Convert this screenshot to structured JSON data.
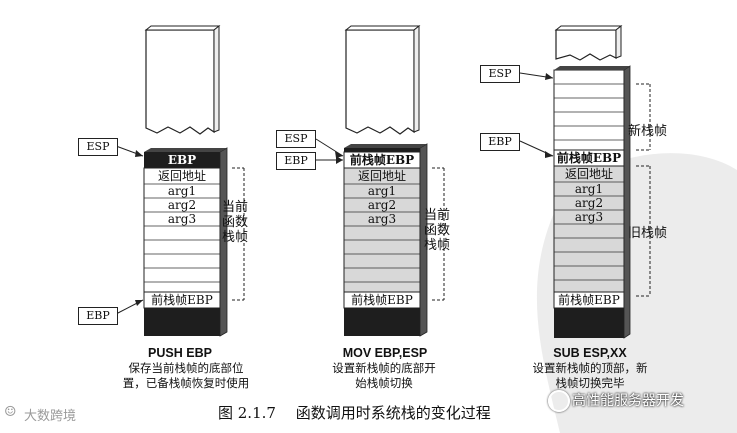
{
  "panels": [
    {
      "caption": "PUSH EBP",
      "desc": "保存当前栈帧的底部位置，已备栈帧恢复时使用",
      "slots": [
        "EBP",
        "返回地址",
        "arg1",
        "arg2",
        "arg3"
      ],
      "bottom_slot": "前栈帧EBP",
      "esp_label": "ESP",
      "ebp_label": "EBP",
      "frame_label": "当前函数栈帧"
    },
    {
      "caption": "MOV EBP,ESP",
      "desc": "设置新栈帧的底部开始栈帧切换",
      "slots": [
        "前栈帧EBP",
        "返回地址",
        "arg1",
        "arg2",
        "arg3"
      ],
      "bottom_slot": "前栈帧EBP",
      "esp_label": "ESP",
      "ebp_label": "EBP",
      "frame_label": "当前函数栈帧"
    },
    {
      "caption": "SUB ESP,XX",
      "desc": "设置新栈帧的顶部，新栈帧切换完毕",
      "slots": [
        "前栈帧EBP",
        "返回地址",
        "arg1",
        "arg2",
        "arg3"
      ],
      "bottom_slot": "前栈帧EBP",
      "esp_label": "ESP",
      "ebp_label": "EBP",
      "new_frame_label": "新栈帧",
      "old_frame_label": "旧栈帧"
    }
  ],
  "figure_caption": "图 2.1.7　 函数调用时系统栈的变化过程",
  "watermark_left": "大数跨境",
  "watermark_right": "高性能服务器开发",
  "colors": {
    "dark": "#1e1e1e",
    "shade": "#d8d8d8",
    "line": "#222222"
  }
}
